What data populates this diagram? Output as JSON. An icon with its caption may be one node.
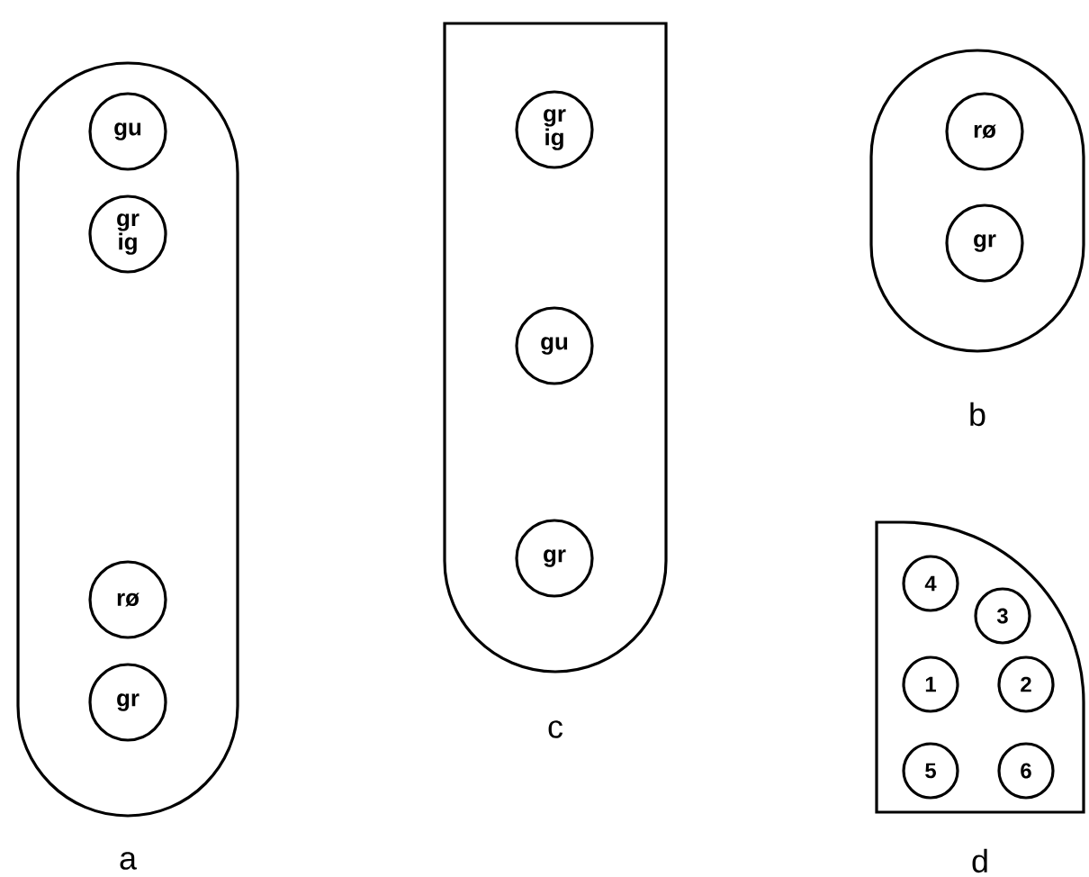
{
  "diagram": {
    "nodes": [
      {
        "text": [
          "a"
        ]
      },
      {
        "text": [
          "gu"
        ],
        "in": 0
      },
      {
        "text": [
          "gr ig"
        ],
        "in": 0
      },
      {
        "text": [
          "rø"
        ],
        "in": 0
      },
      {
        "text": [
          "gr"
        ],
        "in": 0
      },
      {
        "text": [
          "c"
        ]
      },
      {
        "text": [
          "gr ig"
        ],
        "in": 5
      },
      {
        "text": [
          "gu"
        ],
        "in": 5
      },
      {
        "text": [
          "gr"
        ],
        "in": 5
      },
      {
        "text": [
          "b"
        ]
      },
      {
        "text": [
          "rø"
        ],
        "in": 9
      },
      {
        "text": [
          "gr"
        ],
        "in": 9
      },
      {
        "text": [
          "d"
        ]
      },
      {
        "text": [
          "4"
        ],
        "in": 12
      },
      {
        "text": [
          "3"
        ],
        "in": 12
      },
      {
        "text": [
          "1"
        ],
        "in": 12
      },
      {
        "text": [
          "2"
        ],
        "in": 12
      },
      {
        "text": [
          "5"
        ],
        "in": 12
      },
      {
        "text": [
          "6"
        ],
        "in": 12
      }
    ]
  }
}
